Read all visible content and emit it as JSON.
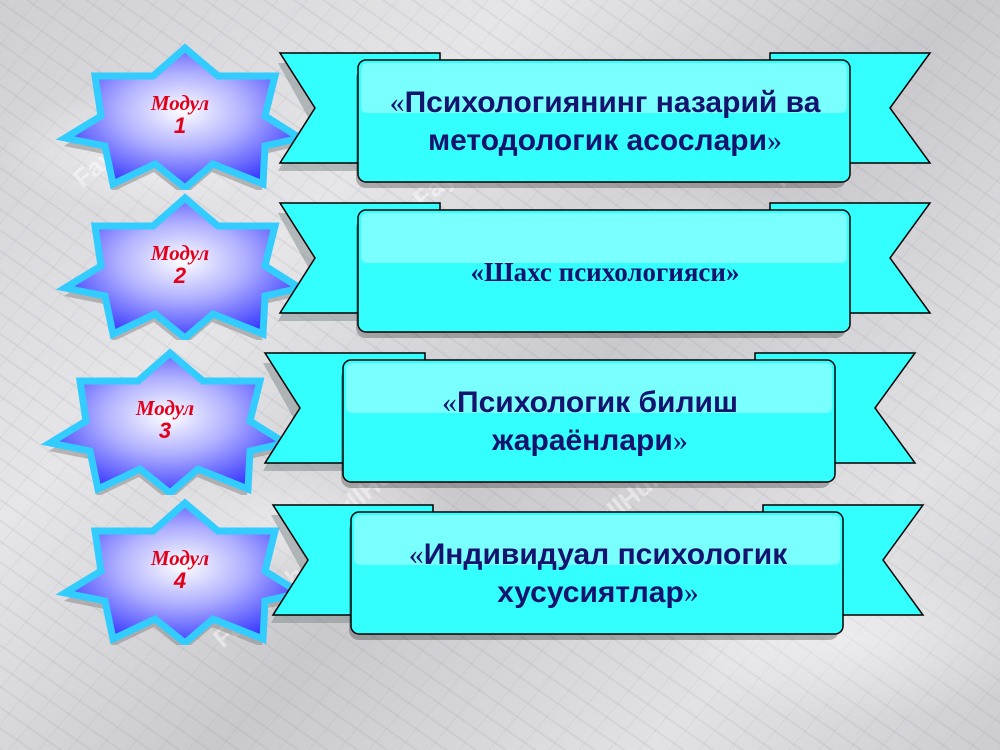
{
  "modules": [
    {
      "label": "Модул",
      "number": "1",
      "open_quote": "«",
      "title": "Психологиянинг назарий ва методологик асослари",
      "close_quote": "»"
    },
    {
      "label": "Модул",
      "number": "2",
      "open_quote": "«",
      "title": "Шахс психологияси",
      "close_quote": "»"
    },
    {
      "label": "Модул",
      "number": "3",
      "open_quote": "«",
      "title": "Психологик билиш жараёнлари",
      "close_quote": "»"
    },
    {
      "label": "Модул",
      "number": "4",
      "open_quote": "«",
      "title": "Индивидуал психологик хусусиятлар",
      "close_quote": "»"
    }
  ],
  "watermark": "FayllHub.uz",
  "colors": {
    "star_fill_center": "#ffffff",
    "star_fill_edge": "#3333ff",
    "star_border": "#33ccff",
    "ribbon_fill": "#33ffff",
    "title_text": "#14146e",
    "module_text": "#e3001b"
  }
}
